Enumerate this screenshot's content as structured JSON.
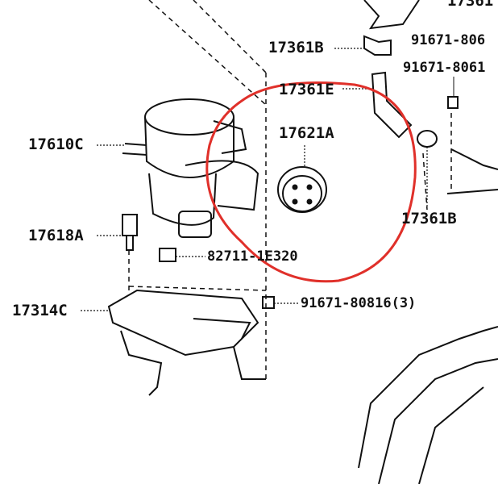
{
  "labels": {
    "top_cut": "17361",
    "p17361B_top": "17361B",
    "p91671_806": "91671-806",
    "p91671_8061": "91671-8061",
    "p17361E": "17361E",
    "p17621A": "17621A",
    "p17610C": "17610C",
    "p17361B_right": "17361B",
    "p17618A": "17618A",
    "p82711": "82711-1E320",
    "p17314C": "17314C",
    "p91671_80816": "91671-80816(3)"
  },
  "colors": {
    "annotation": "#e0302a",
    "ink": "#111111"
  }
}
